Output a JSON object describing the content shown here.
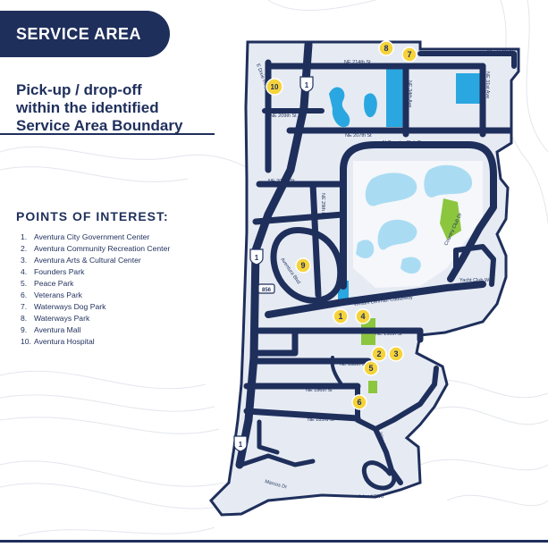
{
  "banner": {
    "title": "SERVICE AREA"
  },
  "headline": {
    "line1": "Pick-up / drop-off",
    "line2": "within the identified",
    "line3": "Service Area Boundary"
  },
  "poi": {
    "title": "POINTS OF INTEREST:",
    "items": [
      {
        "num": "1.",
        "label": "Aventura City Government Center"
      },
      {
        "num": "2.",
        "label": "Aventura Community Recreation Center"
      },
      {
        "num": "3.",
        "label": "Aventura Arts & Cultural Center"
      },
      {
        "num": "4.",
        "label": "Founders Park"
      },
      {
        "num": "5.",
        "label": "Peace Park"
      },
      {
        "num": "6.",
        "label": "Veterans Park"
      },
      {
        "num": "7.",
        "label": "Waterways Dog Park"
      },
      {
        "num": "8.",
        "label": "Waterways Park"
      },
      {
        "num": "9.",
        "label": "Aventura Mall"
      },
      {
        "num": "10.",
        "label": "Aventura Hospital"
      }
    ]
  },
  "map": {
    "streets": {
      "ne214": "NE 214th St",
      "ne214_east": "NE 214th St",
      "ne34ave": "NE 34th Ave",
      "ne31ave": "NE 31st Ave",
      "edixie": "E Dixie Hwy",
      "ne209": "NE 209th St",
      "ne207": "NE 207th St",
      "ncountry": "N Country Club Dr",
      "ne205": "NE 205th St",
      "ne29pl": "NE 29th Pl",
      "countryclub": "Country Club Dr",
      "aventurablvd": "Aventura Blvd",
      "yachtclub": "Yacht Club Way",
      "wlehman": "William Lehman Causeway",
      "ne190": "NE 190th St",
      "ne188": "NE 188th St",
      "ne186": "NE 186th St",
      "ne183": "NE 183rd St",
      "islandblvd_v": "Island Blvd",
      "islandblvd_h": "Island Blvd",
      "marcode": "Marcos Dr"
    },
    "route_shields": {
      "us1_a": "1",
      "us1_b": "1",
      "us1_c": "1",
      "sr856": "856"
    },
    "markers": {
      "m1": "1",
      "m2": "2",
      "m3": "3",
      "m4": "4",
      "m5": "5",
      "m6": "6",
      "m7": "7",
      "m8": "8",
      "m9": "9",
      "m10": "10"
    },
    "colors": {
      "road": "#1f2f5c",
      "land": "#e6ebf3",
      "water": "#2aa7e0",
      "park": "#8cc63f",
      "marker": "#f5d33a"
    }
  }
}
